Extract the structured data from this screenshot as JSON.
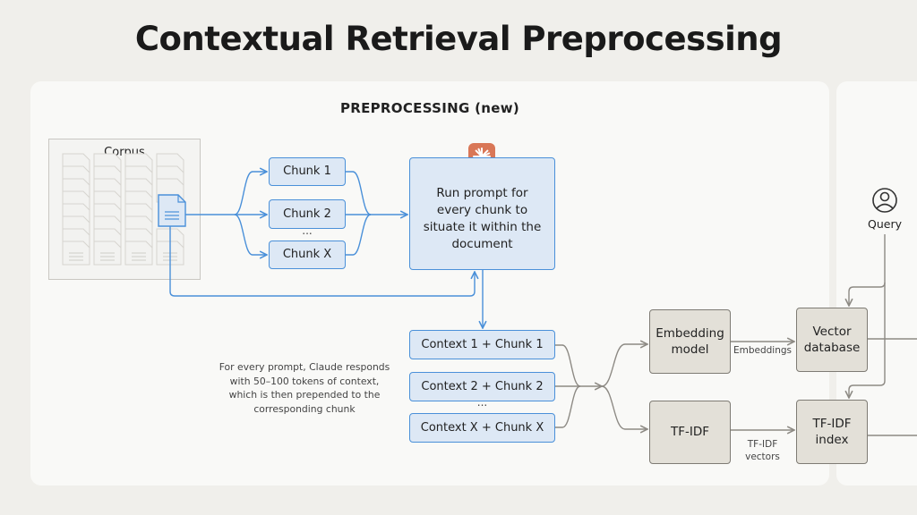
{
  "title": "Contextual Retrieval Preprocessing",
  "section": "PREPROCESSING (new)",
  "corpus": {
    "label": "Corpus"
  },
  "chunks": [
    "Chunk 1",
    "Chunk 2",
    "Chunk X"
  ],
  "ellipsis": "...",
  "prompt_box": "Run prompt for every chunk to situate it within the document",
  "contextual_chunks": [
    "Context 1 + Chunk 1",
    "Context 2 + Chunk 2",
    "Context X + Chunk X"
  ],
  "note": "For every prompt, Claude responds with 50–100 tokens of context, which is then prepended to the corresponding chunk",
  "embedding_model": "Embedding model",
  "tfidf": "TF-IDF",
  "embeddings_label": "Embeddings",
  "tfidf_vectors_label": "TF-IDF vectors",
  "vector_db": "Vector database",
  "tfidf_index": "TF-IDF index",
  "query": "Query",
  "colors": {
    "blue_stroke": "#4a90d9",
    "blue_fill": "#dde8f5",
    "grey_stroke": "#7e7b74",
    "grey_fill": "#e3e0d8",
    "claude_orange": "#d97757",
    "background": "#f0efeb"
  },
  "icons": {
    "claude": "claude-logo-icon",
    "document": "document-icon",
    "user": "user-icon"
  }
}
